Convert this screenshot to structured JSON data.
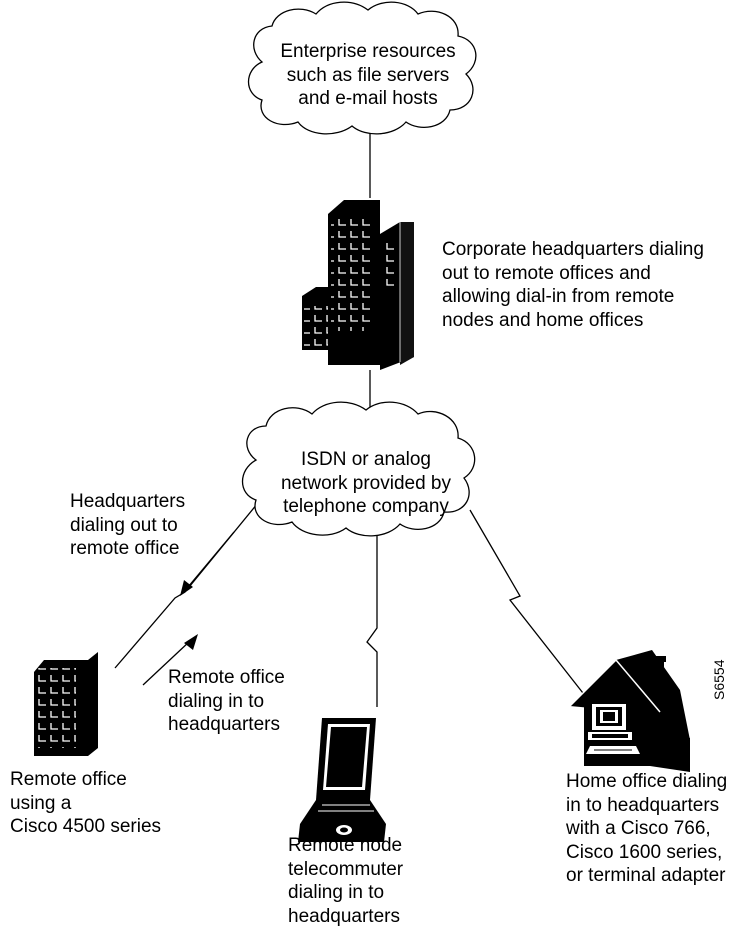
{
  "cloud_enterprise": {
    "label": "Enterprise resources\nsuch as file servers\nand e-mail hosts"
  },
  "headquarters": {
    "label": "Corporate headquarters dialing\nout to remote offices and\nallowing dial-in from remote\nnodes and home offices"
  },
  "cloud_isdn": {
    "label": "ISDN or analog\nnetwork provided by\ntelephone company"
  },
  "arrow_out": {
    "label": "Headquarters\ndialing out to\nremote office"
  },
  "arrow_in": {
    "label": "Remote office\ndialing in to\nheadquarters"
  },
  "remote_office": {
    "label": "Remote office\nusing a\nCisco 4500 series"
  },
  "remote_node": {
    "label": "Remote node\ntelecommuter\ndialing in to\nheadquarters"
  },
  "home_office": {
    "label": "Home office dialing\nin to headquarters\nwith a Cisco 766,\nCisco 1600 series,\nor terminal adapter"
  },
  "figure_id": "S6554",
  "icons": {
    "cloud": "cloud-icon",
    "building": "office-building-icon",
    "small_building": "small-office-building-icon",
    "laptop": "laptop-icon",
    "house": "house-with-computer-icon",
    "serial_link": "zigzag-serial-link-icon",
    "arrow": "arrow-icon"
  }
}
